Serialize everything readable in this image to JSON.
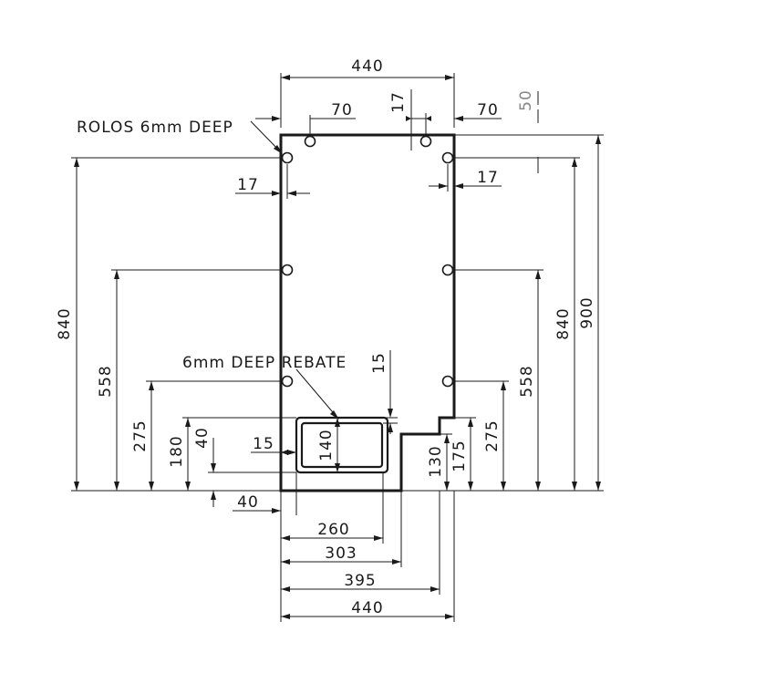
{
  "annotations": {
    "holes_note": "ROLOS 6mm DEEP",
    "rebate_note": "6mm DEEP REBATE"
  },
  "dimensions": {
    "top_width": "440",
    "top_left_offset": "70",
    "top_right_offset": "70",
    "top_hole_gap": "17",
    "top_right_small": "50",
    "left_side_offset": "17",
    "right_side_offset": "17",
    "left_height_total": "840",
    "left_hole_558": "558",
    "left_hole_275": "275",
    "left_rebate_180": "180",
    "left_rebate_40": "40",
    "rebate_inset": "15",
    "rebate_inner_height": "140",
    "rebate_top_gap": "15",
    "right_height_total": "900",
    "right_hole_840": "840",
    "right_hole_558": "558",
    "right_hole_275": "275",
    "right_step_175": "175",
    "right_step_130": "130",
    "bottom_left_40": "40",
    "bottom_260": "260",
    "bottom_303": "303",
    "bottom_395": "395",
    "bottom_440": "440"
  }
}
